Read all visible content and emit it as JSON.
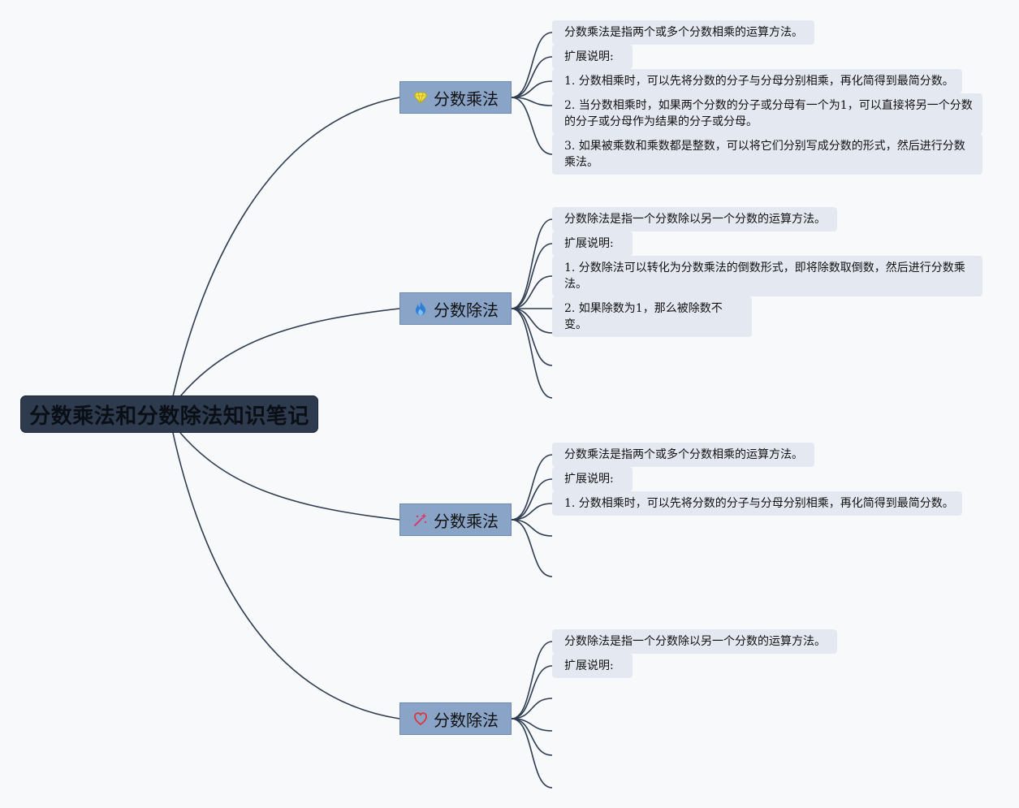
{
  "root": {
    "title": "分数乘法和分数除法知识笔记"
  },
  "branches": [
    {
      "label": "分数乘法",
      "icon": "diamond-icon",
      "icon_color": "#f2e24a",
      "leaves": [
        "分数乘法是指两个或多个分数相乘的运算方法。",
        "扩展说明:",
        "1. 分数相乘时，可以先将分数的分子与分母分别相乘，再化简得到最简分数。",
        "2. 当分数相乘时，如果两个分数的分子或分母有一个为1，可以直接将另一个分数的分子或分母作为结果的分子或分母。",
        "3. 如果被乘数和乘数都是整数，可以将它们分别写成分数的形式，然后进行分数乘法。"
      ]
    },
    {
      "label": "分数除法",
      "icon": "flame-icon",
      "icon_color": "#2f7fd6",
      "leaves": [
        "分数除法是指一个分数除以另一个分数的运算方法。",
        "扩展说明:",
        "1. 分数除法可以转化为分数乘法的倒数形式，即将除数取倒数，然后进行分数乘法。",
        "2. 如果除数为1，那么被除数不变。"
      ]
    },
    {
      "label": "分数乘法",
      "icon": "sparkle-wand-icon",
      "icon_color": "#d93a6a",
      "leaves": [
        "分数乘法是指两个或多个分数相乘的运算方法。",
        "扩展说明:",
        "1. 分数相乘时，可以先将分数的分子与分母分别相乘，再化简得到最简分数。"
      ]
    },
    {
      "label": "分数除法",
      "icon": "heart-outline-icon",
      "icon_color": "#d9363e",
      "leaves": [
        "分数除法是指一个分数除以另一个分数的运算方法。",
        "扩展说明:"
      ]
    }
  ]
}
